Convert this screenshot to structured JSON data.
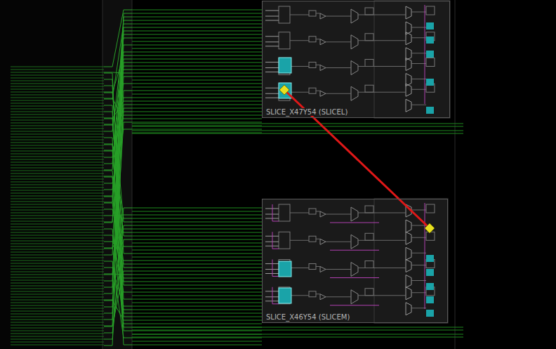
{
  "diagram": {
    "nodes": [
      {
        "text": [
          "SLICE_X47Y54 (SLICEL)"
        ]
      },
      {
        "text": [
          "SLICE_X46Y54 (SLICEM)"
        ]
      }
    ],
    "edges": [
      {
        "from": 0,
        "to": 1,
        "arrow": "none"
      }
    ]
  }
}
